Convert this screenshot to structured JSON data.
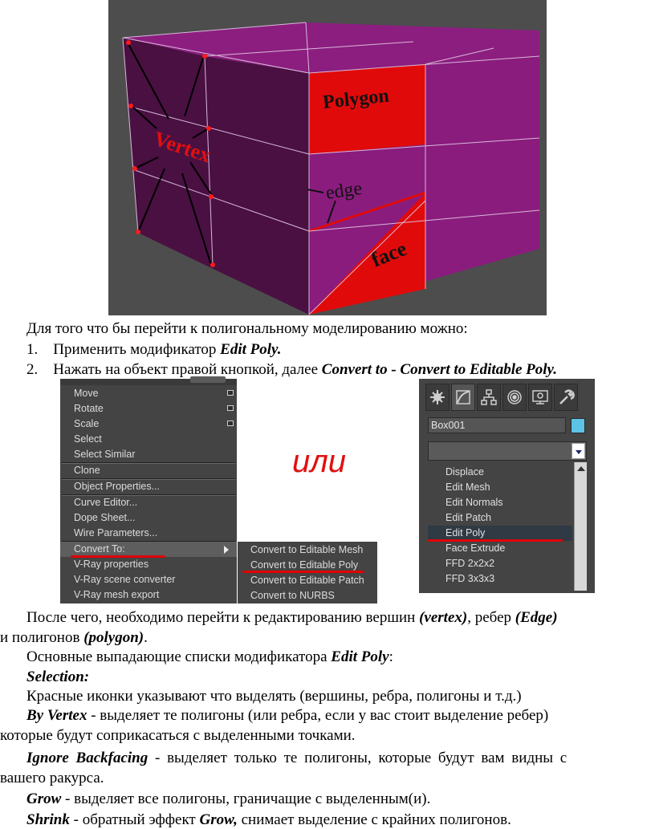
{
  "figure": {
    "labels": {
      "polygon": "Polygon",
      "vertex": "Vertex",
      "edge": "edge",
      "face": "face"
    },
    "colors": {
      "background": "#4d4d4d",
      "box_purple": "#8a1a7e",
      "box_dark": "#4a0f40",
      "highlight_red": "#e00000"
    }
  },
  "text": {
    "intro": "Для того что бы перейти к полигональному моделированию можно:",
    "step1_num": "1.",
    "step1_text": "Применить модификатор ",
    "step1_bold": "Edit Poly.",
    "step2_num": "2.",
    "step2_text": "Нажать на объект правой кнопкой, далее ",
    "step2_bold": "Convert to - Convert to Editable Poly",
    "step2_end": ".",
    "p1_a": "После чего, необходимо перейти к редактированию вершин ",
    "p1_vertex": "(vertex)",
    "p1_b": ", ребер ",
    "p1_edge": "(Edge)",
    "p1_c": "и полигонов ",
    "p1_polygon": "(polygon)",
    "p1_d": ".",
    "p2_a": "Основные выпадающие списки модификатора ",
    "p2_bold": "Edit Poly",
    "p2_b": ":",
    "selection": "Selection:",
    "p3": "Красные иконки указывают что выделять (вершины, ребра, полигоны и т.д.)",
    "byvertex_bold": "By Vertex",
    "byvertex_1": " - выделяет те полигоны (или ребра, если у вас стоит выделение ребер)",
    "byvertex_2": "которые будут соприкасаться с выделенными точками.",
    "ignore_bold": "Ignore Backfacing",
    "ignore_1": " - выделяет только те полигоны, которые будут вам видны с",
    "ignore_2": "вашего ракурса.",
    "grow_bold": "Grow",
    "grow_text": " - выделяет все полигоны, граничащие с выделенным(и).",
    "shrink_bold": "Shrink",
    "shrink_text": " - обратный эффект ",
    "shrink_grow": "Grow,",
    "shrink_end": " снимает выделение с крайних полигонов."
  },
  "context_menu": {
    "items": [
      "Move",
      "Rotate",
      "Scale",
      "Select",
      "Select Similar",
      "Clone",
      "Object Properties...",
      "Curve Editor...",
      "Dope Sheet...",
      "Wire Parameters...",
      "Convert To:",
      "V-Ray properties",
      "V-Ray scene converter",
      "V-Ray mesh export"
    ],
    "submenu": [
      "Convert to Editable Mesh",
      "Convert to Editable Poly",
      "Convert to Editable Patch",
      "Convert to NURBS"
    ]
  },
  "or_label": "или",
  "modifier_panel": {
    "object_name": "Box001",
    "object_color": "#5cc3e6",
    "tabs": [
      "create-icon",
      "modify-icon",
      "hierarchy-icon",
      "motion-icon",
      "display-icon",
      "utilities-icon"
    ],
    "modifiers": [
      "Displace",
      "Edit Mesh",
      "Edit Normals",
      "Edit Patch",
      "Edit Poly",
      "Face Extrude",
      "FFD 2x2x2",
      "FFD 3x3x3"
    ],
    "selected": "Edit Poly"
  }
}
